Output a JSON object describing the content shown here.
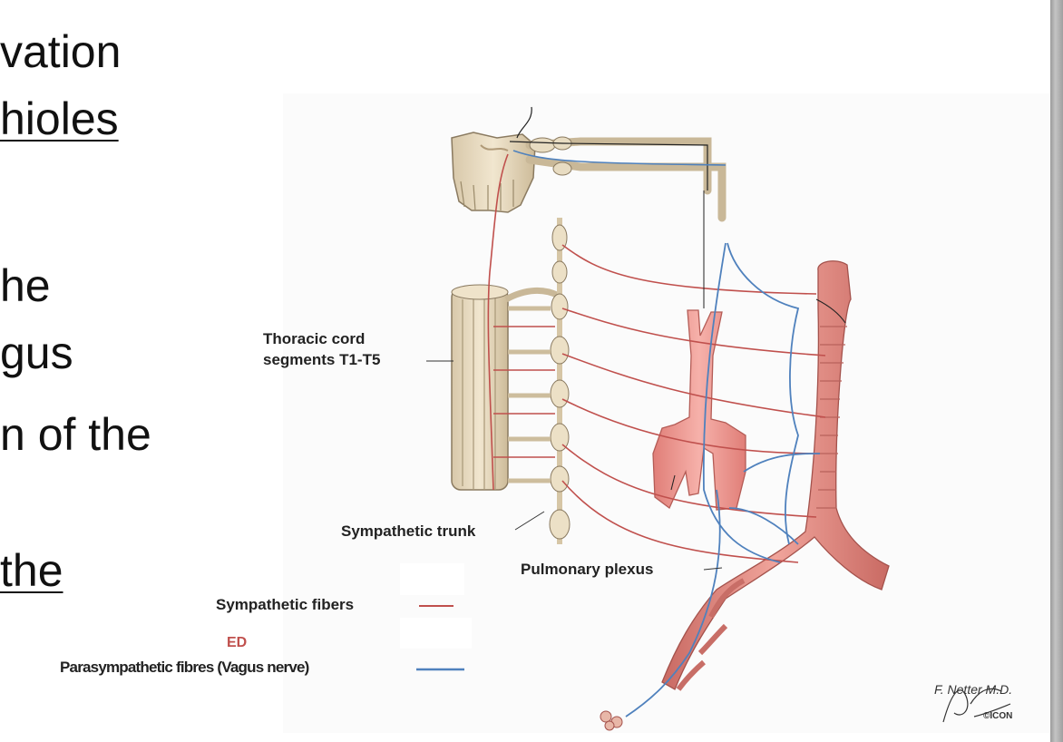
{
  "slide_text": {
    "line1": "vation",
    "line2": "hioles",
    "line3": "he",
    "line4": "gus",
    "line5": "n of the",
    "line6": "the"
  },
  "diagram": {
    "labels": {
      "thoracic_cord_l1": "Thoracic cord",
      "thoracic_cord_l2": "segments T1-T5",
      "sympathetic_trunk": "Sympathetic trunk",
      "pulmonary_plexus": "Pulmonary plexus",
      "sympathetic_fibers": "Sympathetic fibers",
      "partial_label": "ED",
      "parasympathetic_fibres": "Parasympathetic fibres (Vagus nerve)",
      "signature": "F. Netter M.D.",
      "copyright": "©ICON"
    },
    "colors": {
      "sympathetic": "#c0504d",
      "parasympathetic": "#4f81bd",
      "vessel": "#e8908c",
      "airway": "#e0837c",
      "cord": "#e9dcc3"
    }
  }
}
